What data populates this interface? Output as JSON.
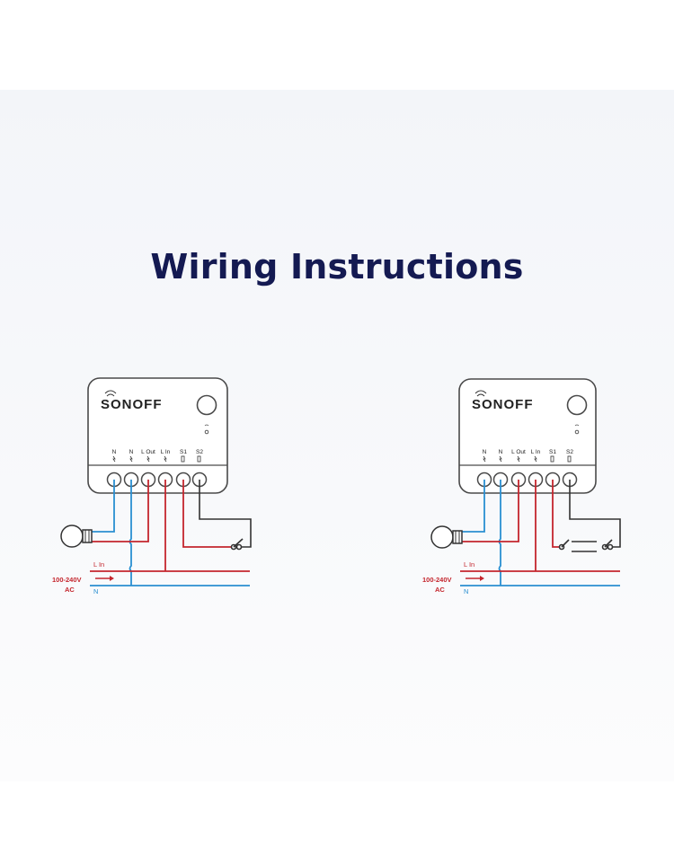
{
  "title": "Wiring Instructions",
  "colors": {
    "live": "#c4262e",
    "neutral": "#2a8fd1",
    "device_stroke": "#4a4a4a",
    "title": "#141a52",
    "ground_line": "#555555"
  },
  "diagrams": [
    {
      "brand": "SONOFF",
      "terminals": [
        "N",
        "N",
        "L Out",
        "L In",
        "S1",
        "S2"
      ],
      "line_label": "L In",
      "voltage_label": "100-240V",
      "ac_label": "AC",
      "neutral_label": "N",
      "switch_type": "single-switch"
    },
    {
      "brand": "SONOFF",
      "terminals": [
        "N",
        "N",
        "L Out",
        "L In",
        "S1",
        "S2"
      ],
      "line_label": "L In",
      "voltage_label": "100-240V",
      "ac_label": "AC",
      "neutral_label": "N",
      "switch_type": "two-way-switch"
    }
  ]
}
